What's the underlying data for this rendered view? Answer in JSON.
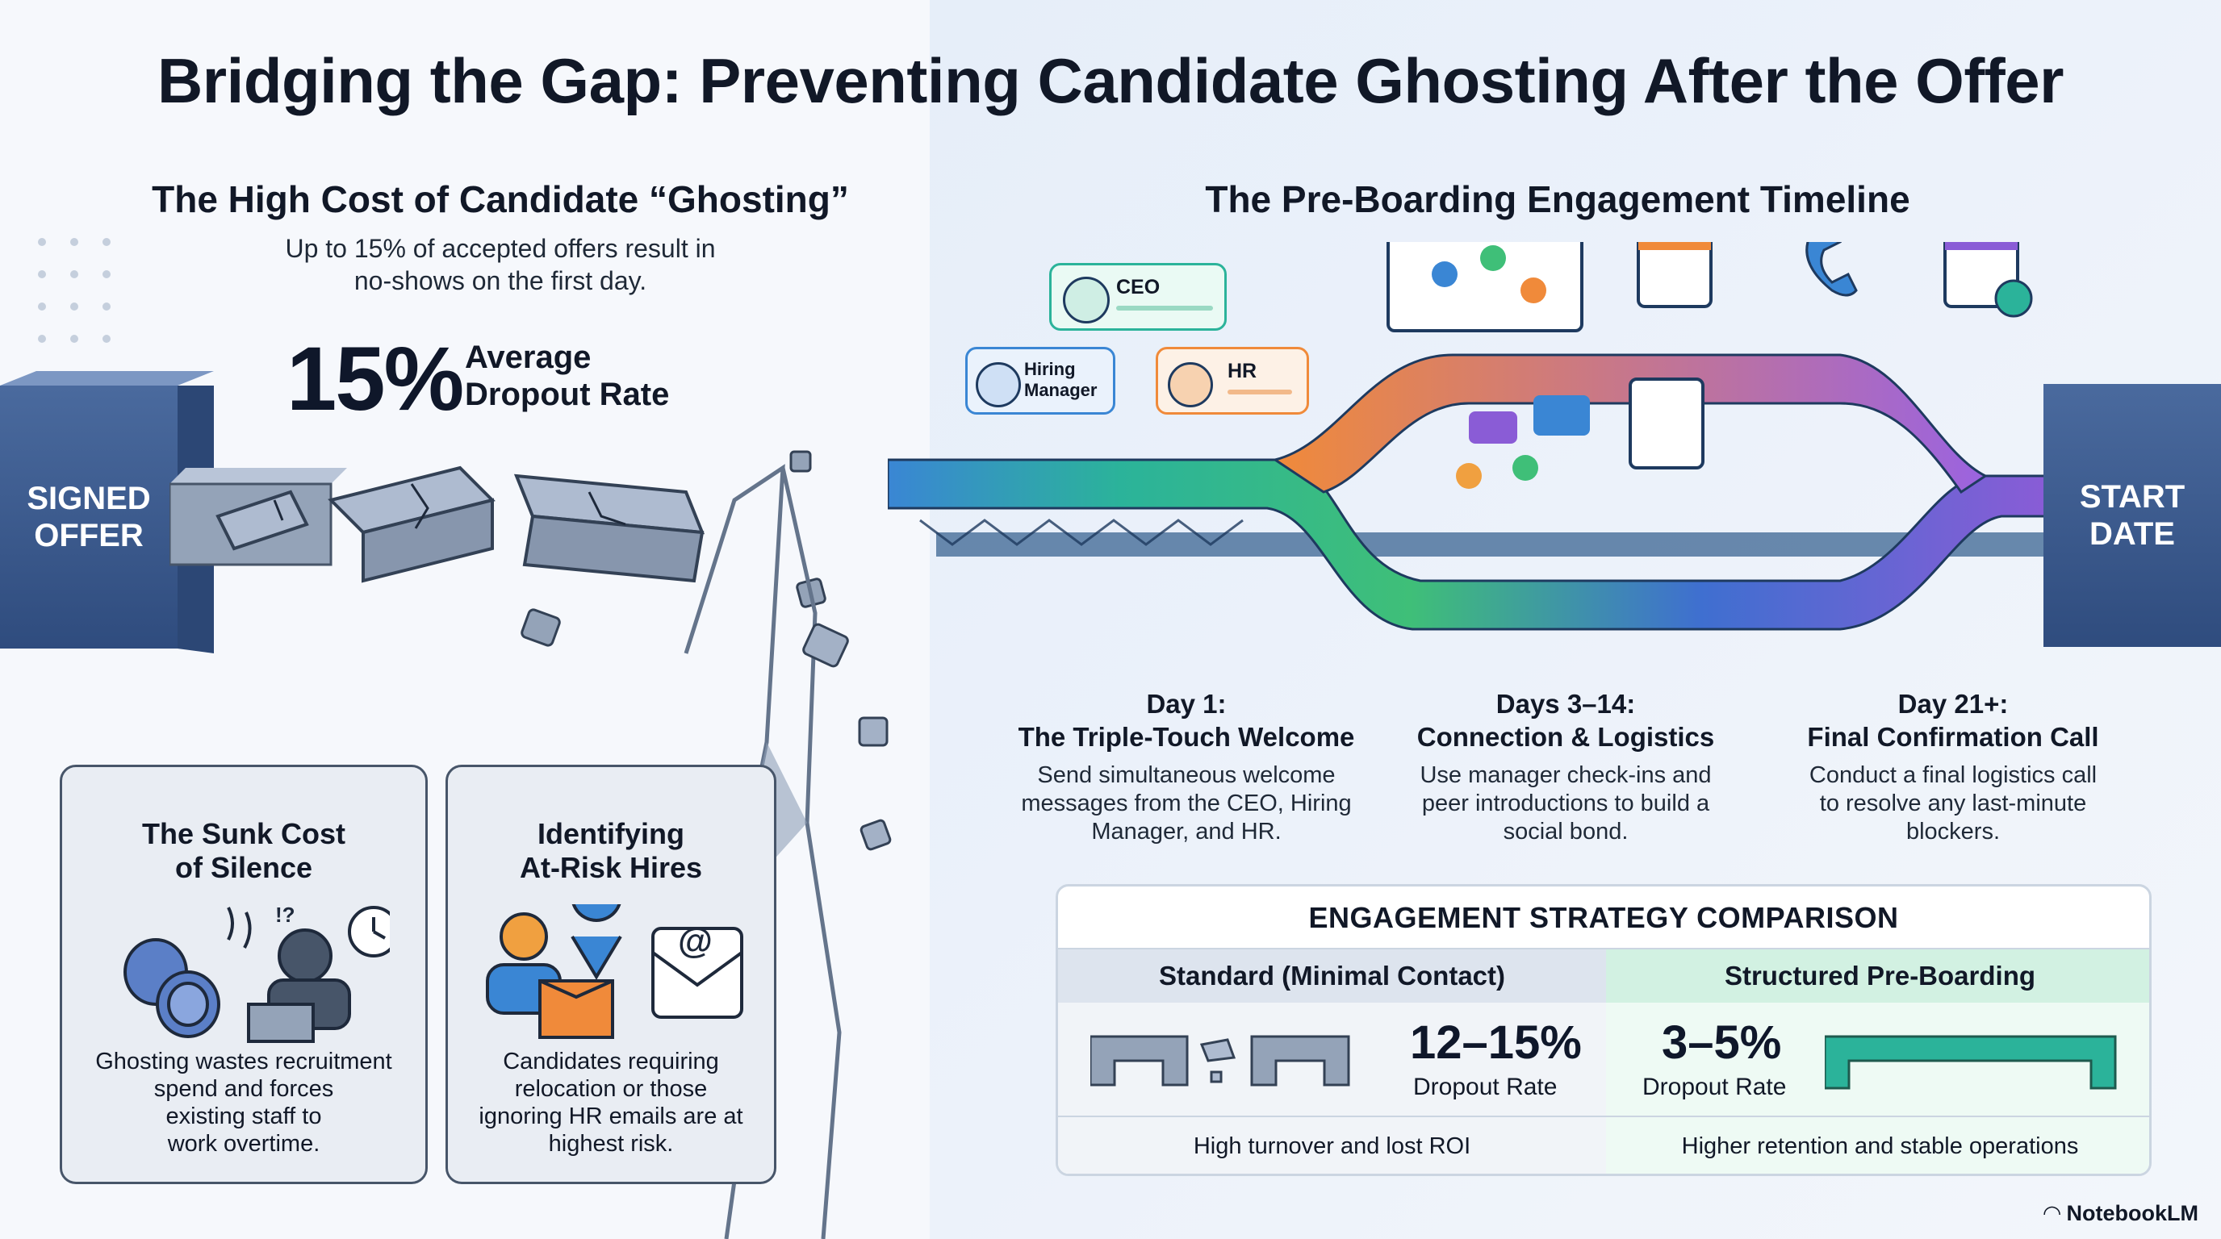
{
  "title": "Bridging the Gap: Preventing Candidate Ghosting After the Offer",
  "left": {
    "heading": "The High Cost of Candidate “Ghosting”",
    "subtext_line1": "Up to 15% of accepted offers result in",
    "subtext_line2": "no-shows on the first day.",
    "stat_value": "15%",
    "stat_label_line1": "Average",
    "stat_label_line2": "Dropout Rate",
    "signed_offer_line1": "SIGNED",
    "signed_offer_line2": "OFFER",
    "cards": [
      {
        "title_line1": "The Sunk Cost",
        "title_line2": "of Silence",
        "text_lines": [
          "Ghosting wastes recruitment",
          "spend and forces",
          "existing staff to",
          "work overtime."
        ]
      },
      {
        "title_line1": "Identifying",
        "title_line2": "At-Risk Hires",
        "text_lines": [
          "Candidates requiring",
          "relocation or those",
          "ignoring HR emails are at",
          "highest risk."
        ]
      }
    ]
  },
  "right": {
    "heading": "The Pre-Boarding Engagement Timeline",
    "start_date_line1": "START",
    "start_date_line2": "DATE",
    "bubbles": {
      "ceo": "CEO",
      "hiring_line1": "Hiring",
      "hiring_line2": "Manager",
      "hr": "HR"
    },
    "timeline": [
      {
        "head_line1": "Day 1:",
        "head_line2": "The Triple-Touch Welcome",
        "text_lines": [
          "Send simultaneous welcome",
          "messages from the CEO, Hiring",
          "Manager, and HR."
        ]
      },
      {
        "head_line1": "Days 3–14:",
        "head_line2": "Connection & Logistics",
        "text_lines": [
          "Use manager check-ins and",
          "peer introductions to build a",
          "social bond."
        ]
      },
      {
        "head_line1": "Day 21+:",
        "head_line2": "Final Confirmation Call",
        "text_lines": [
          "Conduct a final logistics call",
          "to resolve any last-minute",
          "blockers."
        ]
      }
    ],
    "comparison": {
      "title": "ENGAGEMENT STRATEGY COMPARISON",
      "standard": {
        "head": "Standard (Minimal Contact)",
        "pct": "12–15%",
        "label": "Dropout Rate",
        "foot": "High turnover and lost ROI"
      },
      "structured": {
        "head": "Structured Pre-Boarding",
        "pct": "3–5%",
        "label": "Dropout Rate",
        "foot": "Higher retention and stable operations"
      }
    }
  },
  "brand": "NotebookLM",
  "colors": {
    "navy_block": "#3b5a8c",
    "blue": "#3a86d4",
    "teal": "#2bb39a",
    "green": "#3fbf78",
    "orange": "#f08a3a",
    "purple": "#8a5cd6",
    "light_green_header": "#d2f1e2"
  }
}
